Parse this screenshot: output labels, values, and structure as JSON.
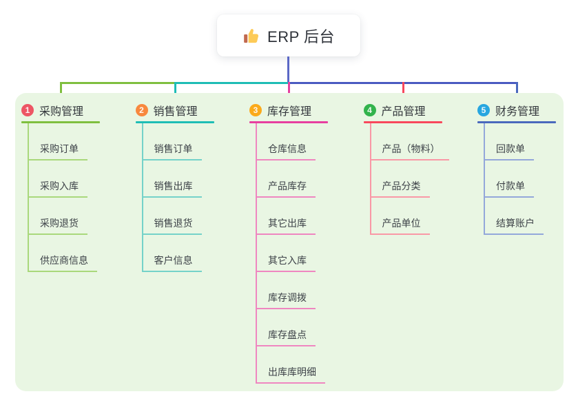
{
  "root": {
    "title": "ERP 后台",
    "icon": "thumbs-up-icon"
  },
  "colors": {
    "panel_bg": "#e9f6e3",
    "stem": "#5b68c6",
    "right_horizontal": "#4a5ac1",
    "icon_hand": "#fdcb58",
    "icon_cuff": "#c1694f"
  },
  "branches": [
    {
      "badge": "1",
      "title": "采购管理",
      "badge_color": "#ed5564",
      "line_color": "#7fbf3f",
      "item_line_color": "#a9d87b",
      "items": [
        "采购订单",
        "采购入库",
        "采购退货",
        "供应商信息"
      ]
    },
    {
      "badge": "2",
      "title": "销售管理",
      "badge_color": "#f8883e",
      "line_color": "#1ebdb5",
      "item_line_color": "#74d2c9",
      "items": [
        "销售订单",
        "销售出库",
        "销售退货",
        "客户信息"
      ]
    },
    {
      "badge": "3",
      "title": "库存管理",
      "badge_color": "#fbaa1a",
      "line_color": "#e73f9f",
      "item_line_color": "#ef86c0",
      "items": [
        "仓库信息",
        "产品库存",
        "其它出库",
        "其它入库",
        "库存调拨",
        "库存盘点",
        "出库库明细"
      ]
    },
    {
      "badge": "4",
      "title": "产品管理",
      "badge_color": "#32b34c",
      "line_color": "#f8485c",
      "item_line_color": "#f998a6",
      "items": [
        "产品（物料）",
        "产品分类",
        "产品单位"
      ]
    },
    {
      "badge": "5",
      "title": "财务管理",
      "badge_color": "#27a6e0",
      "line_color": "#4a69bd",
      "item_line_color": "#93a7da",
      "items": [
        "回款单",
        "付款单",
        "结算账户"
      ]
    }
  ]
}
